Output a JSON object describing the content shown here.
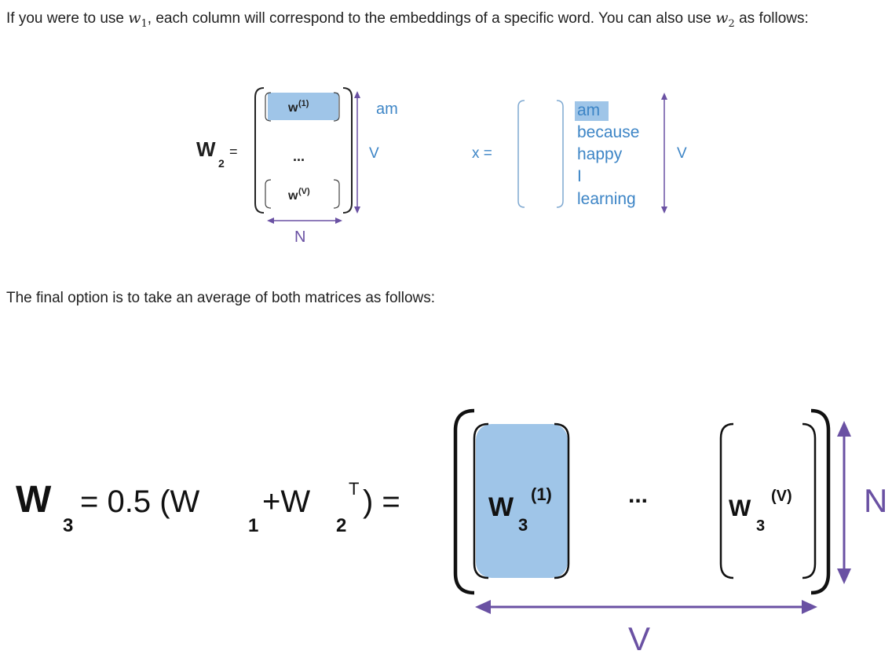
{
  "intro": {
    "before": "If you were to use ",
    "w1_base": "w",
    "w1_sub": "1",
    "middle": ", each column will correspond to the embeddings of a specific word. You can also use ",
    "w2_base": "w",
    "w2_sub": "2",
    "after": " as follows:"
  },
  "figure1": {
    "lhs_base": "W",
    "lhs_sub": "2",
    "equals": "=",
    "row_top_base": "w",
    "row_top_sup": "(1)",
    "row_ellipsis": "...",
    "row_bottom_base": "w",
    "row_bottom_sup": "(V)",
    "right_label": "am",
    "vertical_label": "V",
    "bottom_label": "N",
    "x_label": "x =",
    "words": [
      "am",
      "because",
      "happy",
      "I",
      "learning"
    ],
    "words_vertical_label": "V"
  },
  "paragraph2": "The final option is to take an average of both matrices as follows:",
  "figure2": {
    "lhs_w": "W",
    "lhs_sub": "3",
    "equation_mid": "= 0.5 (W",
    "sub1": "1",
    "plus": "+W",
    "sub2": "2",
    "sup_t": "T",
    "close": ") =",
    "col1_base": "W",
    "col1_sub": "3",
    "col1_sup": "(1)",
    "ellipsis": "...",
    "colv_base": "W",
    "colv_sub": "3",
    "colv_sup": "(V)",
    "right_label": "N",
    "bottom_label": "V"
  },
  "colors": {
    "highlight": "#9fc5e8",
    "word_blue": "#3d85c6",
    "arrow_purple": "#6a51a3",
    "bracket_gray": "#222222",
    "light_bracket": "#7fa9d1"
  }
}
